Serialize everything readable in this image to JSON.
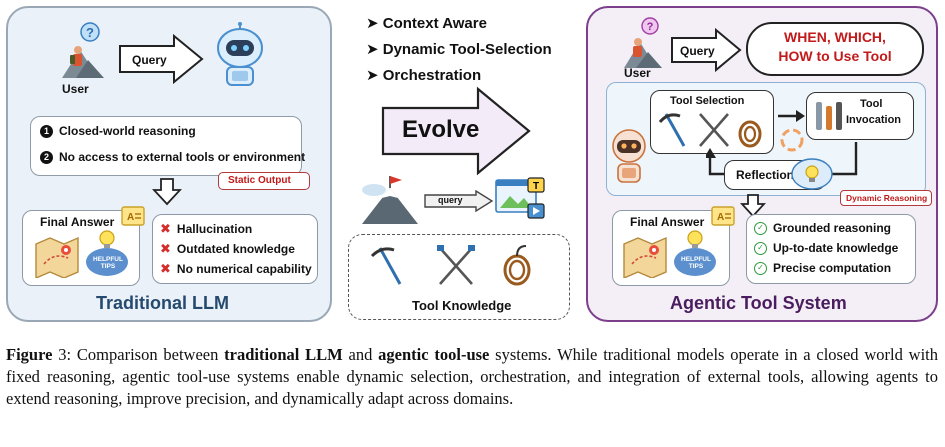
{
  "figure": {
    "traditional": {
      "title": "Traditional LLM",
      "user_label": "User",
      "query_label": "Query",
      "limitations": [
        "Closed-world reasoning",
        "No access to external tools or environment"
      ],
      "limitation_numbers": [
        "1",
        "2"
      ],
      "static_output_label": "Static Output",
      "final_answer_label": "Final Answer",
      "tips_label": "HELPFUL TIPS",
      "issues": [
        "Hallucination",
        "Outdated knowledge",
        "No numerical capability"
      ]
    },
    "middle": {
      "features": [
        "Context Aware",
        "Dynamic Tool-Selection",
        "Orchestration"
      ],
      "evolve_label": "Evolve",
      "query_label": "query",
      "tool_knowledge_label": "Tool Knowledge"
    },
    "agentic": {
      "title": "Agentic Tool System",
      "user_label": "User",
      "query_label": "Query",
      "question_line1": "WHEN, WHICH,",
      "question_line2": "HOW to Use Tool",
      "tool_selection_label": "Tool Selection",
      "tool_invocation_line1": "Tool",
      "tool_invocation_line2": "Invocation",
      "reflection_label": "Reflection",
      "dynamic_reasoning_label": "Dynamic Reasoning",
      "final_answer_label": "Final Answer",
      "tips_label": "HELPFUL TIPS",
      "benefits": [
        "Grounded reasoning",
        "Up-to-date knowledge",
        "Precise computation"
      ]
    }
  },
  "caption": {
    "prefix": "Figure",
    "number": "3:",
    "text_1": " Comparison between ",
    "bold_1": "traditional LLM",
    "text_2": " and ",
    "bold_2": "agentic tool-use",
    "text_3": " systems. While traditional models operate in a closed world with fixed reasoning, agentic tool-use systems enable dynamic selection, orchestration, and integration of external tools, allowing agents to extend reasoning, improve precision, and dynamically adapt across domains."
  },
  "colors": {
    "left_border": "#9aa8b6",
    "left_fill": "#eaf1f8",
    "right_border": "#7b3f8c",
    "right_fill": "#f4eef7",
    "accent_red": "#c21a1a",
    "check_green": "#2c9a3c",
    "evolve_fill": "#f3ecf8"
  }
}
